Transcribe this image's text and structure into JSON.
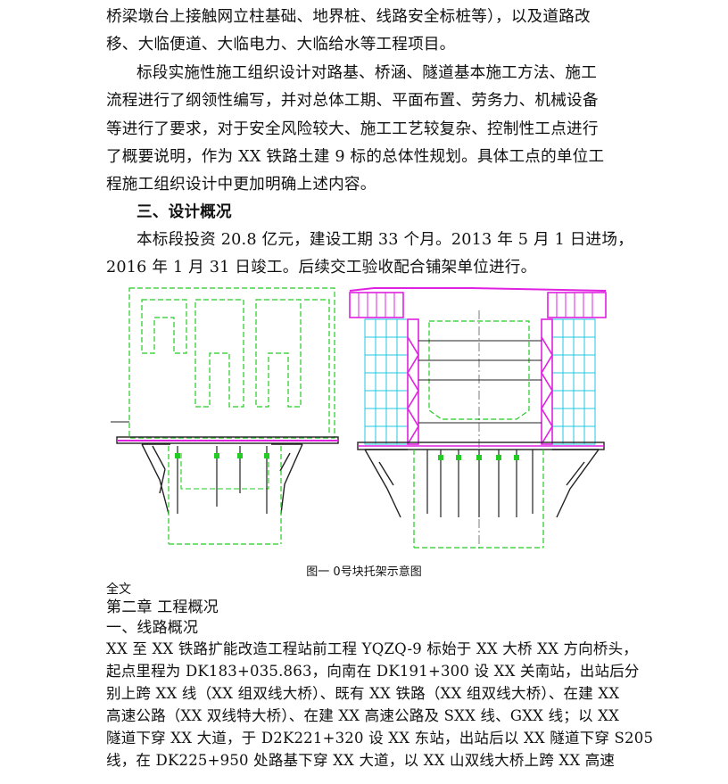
{
  "paragraphs": {
    "p1_l1": "桥梁墩台上接触网立柱基础、地界桩、线路安全标桩等），以及道路改",
    "p1_l2": "移、大临便道、大临电力、大临给水等工程项目。",
    "p2_l1": "标段实施性施工组织设计对路基、桥涵、隧道基本施工方法、施工",
    "p2_l2": "流程进行了纲领性编写，并对总体工期、平面布置、劳务力、机械设备",
    "p2_l3": "等进行了要求，对于安全风险较大、施工工艺较复杂、控制性工点进行",
    "p2_l4": "了概要说明，作为 XX 铁路土建 9 标的总体性规划。具体工点的单位工",
    "p2_l5": "程施工组织设计中更加明确上述内容。",
    "heading3": "三、设计概况",
    "p3_l1": "本标段投资 20.8 亿元，建设工期 33 个月。2013 年 5 月 1 日进场，",
    "p3_l2": "2016 年 1 月 31 日竣工。后续交工验收配合铺架单位进行。"
  },
  "figure": {
    "caption": "图一 0号块托架示意图",
    "colors": {
      "green": "#22cc22",
      "magenta": "#e020e0",
      "cyan": "#20c8e0",
      "dark": "#222222"
    }
  },
  "after": {
    "fulltext_label": "全文",
    "chapter": "第二章   工程概况",
    "section1": "一、线路概况",
    "t1": "XX 至 XX 铁路扩能改造工程站前工程 YQZQ-9 标始于 XX 大桥 XX 方向桥头，",
    "t2": "起点里程为 DK183+035.863，向南在 DK191+300 设 XX 关南站，出站后分",
    "t3": "别上跨 XX 线（XX 组双线大桥）、既有 XX 铁路（XX 组双线大桥）、在建 XX",
    "t4": "高速公路（XX 双线特大桥）、在建 XX 高速公路及 SXX 线、GXX 线；以 XX",
    "t5": "隧道下穿 XX 大道，于 D2K221+320 设 XX 东站，出站后以 XX 隧道下穿 S205",
    "t6": "线，在 DK225+950 处路基下穿 XX 大道，以 XX 山双线大桥上跨 XX 高速"
  }
}
